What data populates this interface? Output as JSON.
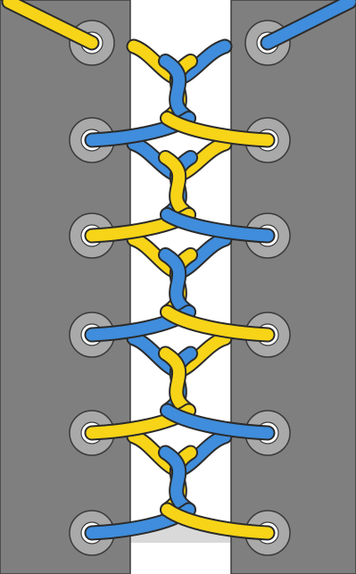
{
  "colors": {
    "background": "#ffffff",
    "shoe_flap": "#7f7f7f",
    "tongue": "#ffffff",
    "tongue_edge": "#d9d9d9",
    "grommet_ring": "#a9a9a9",
    "grommet_hole": "#ffffff",
    "lace_yellow": "#f7d417",
    "lace_blue": "#3f8ddc",
    "lace_outline": "#2b2b2b"
  },
  "eyelets": {
    "pairs": 6
  },
  "laces": [
    {
      "name": "yellow",
      "color_key": "lace_yellow"
    },
    {
      "name": "blue",
      "color_key": "lace_blue"
    }
  ]
}
